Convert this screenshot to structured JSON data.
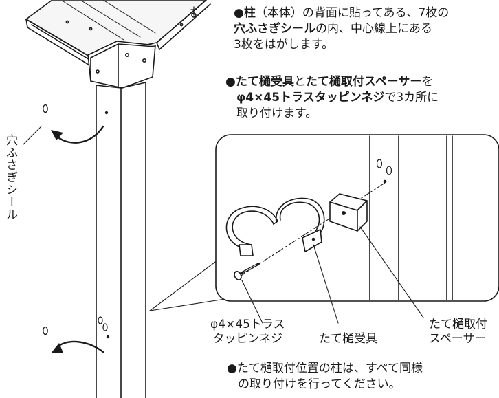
{
  "instructions": {
    "step1": {
      "line1": [
        "●",
        "柱",
        "（本体）の背面に貼ってある、7枚の"
      ],
      "line2": [
        "穴ふさぎシール",
        "の内、中心線上にある"
      ],
      "line3": "3枚をはがします。"
    },
    "step2": {
      "line1": [
        "●",
        "たて樋受具",
        "と",
        "たて樋取付スペーサー",
        "を"
      ],
      "line2": [
        "φ4×45トラスタッピンネジ",
        "で3カ所に"
      ],
      "line3": "取り付けます。"
    },
    "note": {
      "line1": "●たて樋取付位置の柱は、すべて同様",
      "line2": "の取り付けを行ってください。"
    }
  },
  "labels": {
    "seal": "穴ふさぎシール",
    "screw_line1": "φ4×45トラス",
    "screw_line2": "タッピンネジ",
    "bracket": "たて樋受具",
    "spacer_line1": "たて樋取付",
    "spacer_line2": "スペーサー"
  },
  "colors": {
    "ink": "#1a1a1a",
    "paper": "#ffffff",
    "roof_tint": "#f2f2f2"
  }
}
